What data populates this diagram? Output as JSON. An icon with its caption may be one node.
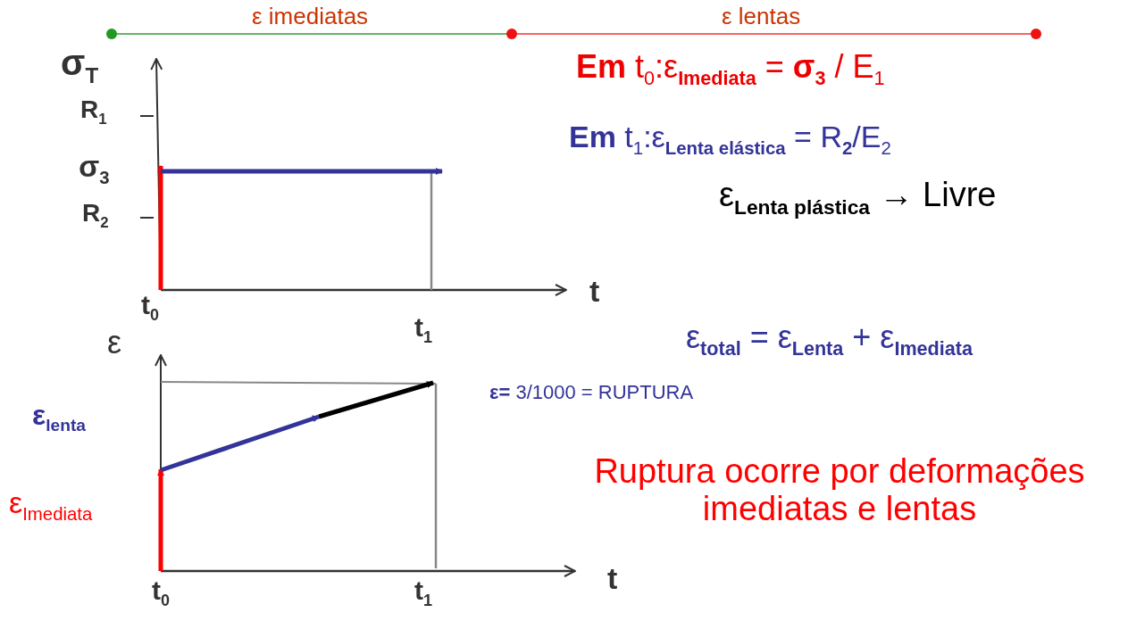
{
  "diagram": {
    "labels": [
      "ε imediatas",
      "ε lentas",
      "σ$_{T}$",
      "**Em** t$_{0}$:ε$_{Imediata}$ = **σ**$_{3}$ / E$_{1}$",
      "R$_{1}$",
      "**Em** t$_{1}$:ε$_{Lenta elástica}$ = R$_{2}$/E$_{2}$",
      "σ$_{3}$",
      "ε$_{Lenta plástica}$ → Livre",
      "R$_{2}$",
      "t",
      "t$_{0}$",
      "t$_{1}$",
      "ε",
      "ε$_{total}$ = ε$_{Lenta}$ + ε$_{Imediata}$",
      "**ε=** 3/1000 = RUPTURA",
      "ε$_{lenta}$",
      "Ruptura ocorre por deformações imediatas e lentas",
      "ε$_{Imediata}$",
      "t",
      "t$_{0}$",
      "t$_{1}$"
    ]
  }
}
